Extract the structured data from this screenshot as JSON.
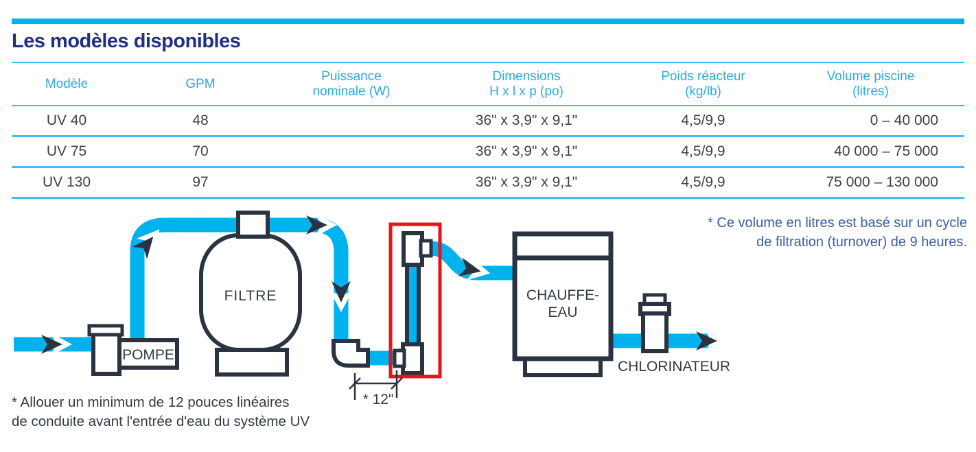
{
  "colors": {
    "accent_cyan": "#00b2ee",
    "table_line_cyan": "#3dc2f0",
    "header_text_cyan": "#2aabe2",
    "title_navy": "#22307f",
    "note_blue": "#3d5caa",
    "outline_dark": "#2c3340",
    "highlight_red": "#e8131b"
  },
  "header": {
    "title": "Les modèles disponibles"
  },
  "table": {
    "columns": [
      {
        "line1": "Modèle",
        "line2": ""
      },
      {
        "line1": "GPM",
        "line2": ""
      },
      {
        "line1": "Puissance",
        "line2": "nominale (W)"
      },
      {
        "line1": "Dimensions",
        "line2": "H x l x p (po)"
      },
      {
        "line1": "Poids réacteur",
        "line2": "(kg/lb)"
      },
      {
        "line1": "Volume piscine",
        "line2": "(litres)"
      }
    ],
    "rows": [
      {
        "model": "UV 40",
        "gpm": "48",
        "puissance": "",
        "dimensions": "36\" x 3,9\" x 9,1\"",
        "poids": "4,5/9,9",
        "volume": "0 – 40 000"
      },
      {
        "model": "UV 75",
        "gpm": "70",
        "puissance": "",
        "dimensions": "36\" x 3,9\" x 9,1\"",
        "poids": "4,5/9,9",
        "volume": "40 000 – 75 000"
      },
      {
        "model": "UV 130",
        "gpm": "97",
        "puissance": "",
        "dimensions": "36\" x 3,9\" x 9,1\"",
        "poids": "4,5/9,9",
        "volume": "75 000 – 130 000"
      }
    ]
  },
  "diagram": {
    "labels": {
      "pompe": "POMPE",
      "filtre": "FILTRE",
      "chauffe_line1": "CHAUFFE-",
      "chauffe_line2": "EAU",
      "chlorinateur": "CHLORINATEUR",
      "dimension": "* 12\""
    }
  },
  "notes": {
    "right_line1": "* Ce volume en litres est basé sur un cycle",
    "right_line2": "de filtration (turnover) de 9 heures.",
    "bottom_line1": "* Allouer un minimum de 12 pouces linéaires",
    "bottom_line2": "de conduite avant l'entrée d'eau du système UV"
  }
}
